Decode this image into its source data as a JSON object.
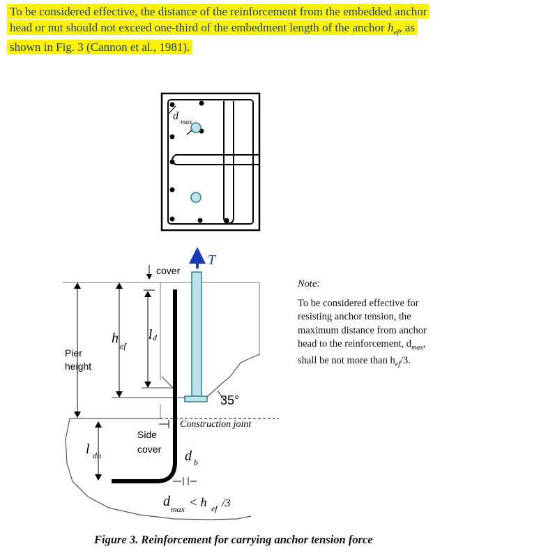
{
  "paragraph": {
    "line1": "To be considered effective, the distance of the reinforcement from the embedded anchor",
    "line2_before": "head or nut should not exceed one-third of the embedment length of the anchor ",
    "line2_var": "h",
    "line2_sub": "ef",
    "line2_after": ", as",
    "line3": "shown in Fig. 3 (Cannon et al., 1981)."
  },
  "figure": {
    "top_view": {
      "d_label": "d",
      "d_sub": "max"
    },
    "force_label": "T",
    "cover_label": "cover",
    "pier_height_label_1": "Pier",
    "pier_height_label_2": "height",
    "hef_label": "h",
    "hef_sub": "ef",
    "ld_label": "l",
    "ld_sub": "d",
    "angle_label": "35°",
    "construction_joint_label": "Construction joint",
    "side_cover_label_1": "Side",
    "side_cover_label_2": "cover",
    "ldh_label": "l",
    "ldh_sub": "dh",
    "db_label": "d",
    "db_sub": "b",
    "dmax_label": "d",
    "dmax_sub": "max",
    "dmax_rel": "< h",
    "dmax_rel_sub": "ef",
    "dmax_tail": "/3"
  },
  "note": {
    "title": "Note:",
    "line1": "To be considered effective for",
    "line2": "resisting anchor tension, the",
    "line3": "maximum distance from anchor",
    "line4_before": "head to the reinforcement, d",
    "line4_sub": "max",
    "line4_after": ",",
    "line5_before": "shall be not more than h",
    "line5_sub": "ef",
    "line5_after": "/3."
  },
  "caption": "Figure 3. Reinforcement for carrying anchor tension force",
  "colors": {
    "highlight": "#fff200",
    "paragraph_text": "#1a3c8c",
    "anchor_fill": "#bde3ea",
    "anchor_stroke": "#2a7f8e",
    "arrow": "#1a3cb0"
  }
}
